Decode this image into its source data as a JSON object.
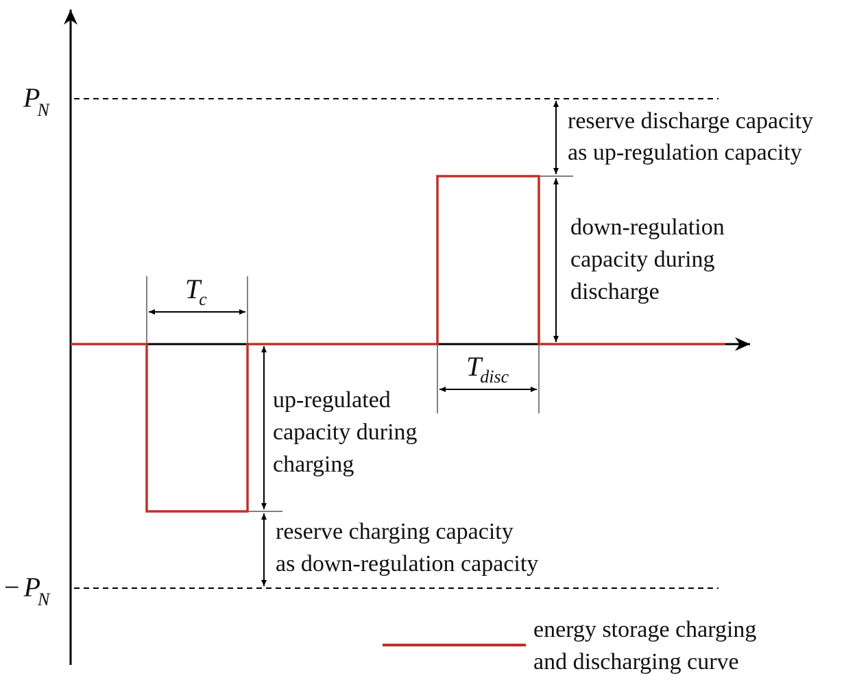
{
  "axis_labels": {
    "pn_main": "P",
    "pn_sub": "N",
    "neg_pn_minus": "−",
    "neg_pn_main": "P",
    "neg_pn_sub": "N"
  },
  "durations": {
    "tc_main": "T",
    "tc_sub": "c",
    "tdisc_main": "T",
    "tdisc_sub": "disc"
  },
  "annotations": {
    "reserve_discharge": [
      "reserve discharge capacity",
      "as up-regulation capacity"
    ],
    "down_regulation": [
      "down-regulation",
      "capacity during",
      "discharge"
    ],
    "up_regulated": [
      "up-regulated",
      "capacity during",
      "charging"
    ],
    "reserve_charging": [
      "reserve charging capacity",
      "as down-regulation capacity"
    ]
  },
  "legend": {
    "lines": [
      "energy storage charging",
      "and discharging curve"
    ]
  },
  "colors": {
    "curve": "#c0302a",
    "axis": "#000000",
    "dashed": "#000000",
    "guide": "#555555"
  }
}
